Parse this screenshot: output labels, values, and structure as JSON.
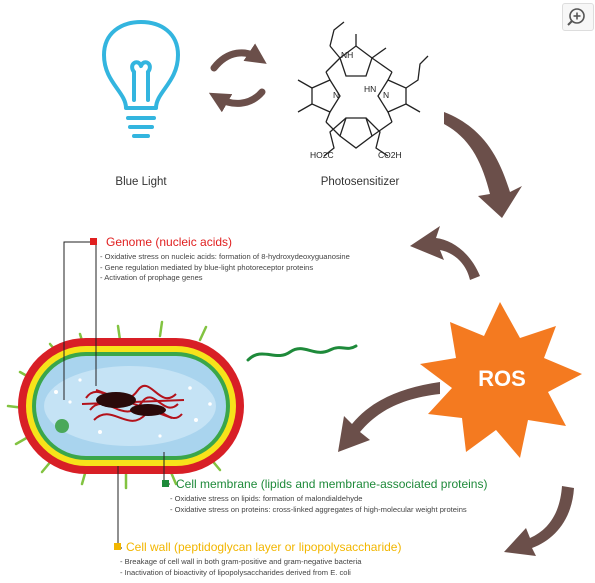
{
  "labels": {
    "blue_light": "Blue Light",
    "photosensitizer": "Photosensitizer",
    "ros": "ROS"
  },
  "chem": {
    "nh_top": "NH",
    "n_left": "N",
    "n_right": "N",
    "hn_bottom": "HN",
    "acid_left": "HO2C",
    "acid_right": "CO2H"
  },
  "sections": {
    "genome": {
      "title": "Genome (nucleic acids)",
      "color": "#e02020",
      "bullets": [
        "- Oxidative stress on nucleic acids: formation of 8-hydroxydeoxyguanosine",
        "- Gene regulation mediated by blue-light photoreceptor proteins",
        "- Activation of prophage genes"
      ]
    },
    "membrane": {
      "title": "Cell membrane (lipids and membrane-associated proteins)",
      "color": "#1e8a3a",
      "bullets": [
        "- Oxidative stress on lipids: formation of malondialdehyde",
        "- Oxidative stress on proteins: cross-linked aggregates of high-molecular weight proteins"
      ]
    },
    "wall": {
      "title": "Cell wall (peptidoglycan layer or lipopolysaccharide)",
      "color": "#f2b600",
      "bullets": [
        "- Breakage of cell wall in both gram-positive and gram-negative bacteria",
        "- Inactivation of bioactivity of lipopolysaccharides derived from E. coli"
      ]
    }
  },
  "colors": {
    "arrow": "#6b4f4a",
    "bulb": "#33b5df",
    "ros": "#f47a20",
    "outer": "#d81f26",
    "wall_yellow": "#f7e31a",
    "membrane_green": "#3aa64a",
    "cytoplasm": "#a9d4ee"
  },
  "zoom_icon": "zoom-in-icon"
}
